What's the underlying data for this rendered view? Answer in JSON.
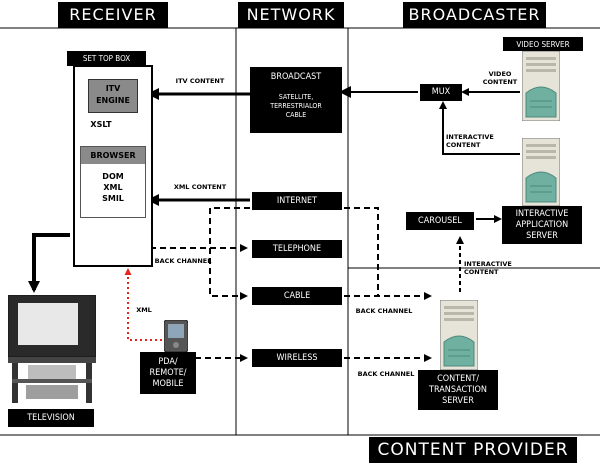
{
  "headers": {
    "receiver": "RECEIVER",
    "network": "NETWORK",
    "broadcaster": "BROADCASTER",
    "content_provider": "CONTENT PROVIDER"
  },
  "set_top_box": {
    "title": "SET TOP BOX",
    "itv_engine_line1": "ITV",
    "itv_engine_line2": "ENGINE",
    "xslt": "XSLT",
    "browser": "BROWSER",
    "dom": "DOM",
    "xml": "XML",
    "smil": "SMIL"
  },
  "network_boxes": {
    "broadcast": "BROADCAST",
    "broadcast_sub1": "SATELLITE,",
    "broadcast_sub2": "TERRESTRIALOR",
    "broadcast_sub3": "CABLE",
    "internet": "INTERNET",
    "telephone": "TELEPHONE",
    "cable": "CABLE",
    "wireless": "WIRELESS"
  },
  "broadcaster_boxes": {
    "mux": "MUX",
    "carousel": "CAROUSEL",
    "video_server": "VIDEO SERVER",
    "iapp_line1": "INTERACTIVE",
    "iapp_line2": "APPLICATION",
    "iapp_line3": "SERVER"
  },
  "content_provider_boxes": {
    "cts_line1": "CONTENT/",
    "cts_line2": "TRANSACTION",
    "cts_line3": "SERVER"
  },
  "devices": {
    "television": "TELEVISION",
    "pda_line1": "PDA/",
    "pda_line2": "REMOTE/",
    "pda_line3": "MOBILE"
  },
  "arrow_labels": {
    "itv_content": "ITV CONTENT",
    "xml_content": "XML CONTENT",
    "back_channel": "BACK CHANNEL",
    "xml": "XML",
    "video_content_line1": "VIDEO",
    "video_content_line2": "CONTENT",
    "interactive_content_line1": "INTERACTIVE",
    "interactive_content_line2": "CONTENT"
  },
  "colors": {
    "box": "#000000",
    "stb_gray": "#8a8a8a",
    "xml_dotted": "#e8221c",
    "lines": "#000000"
  }
}
